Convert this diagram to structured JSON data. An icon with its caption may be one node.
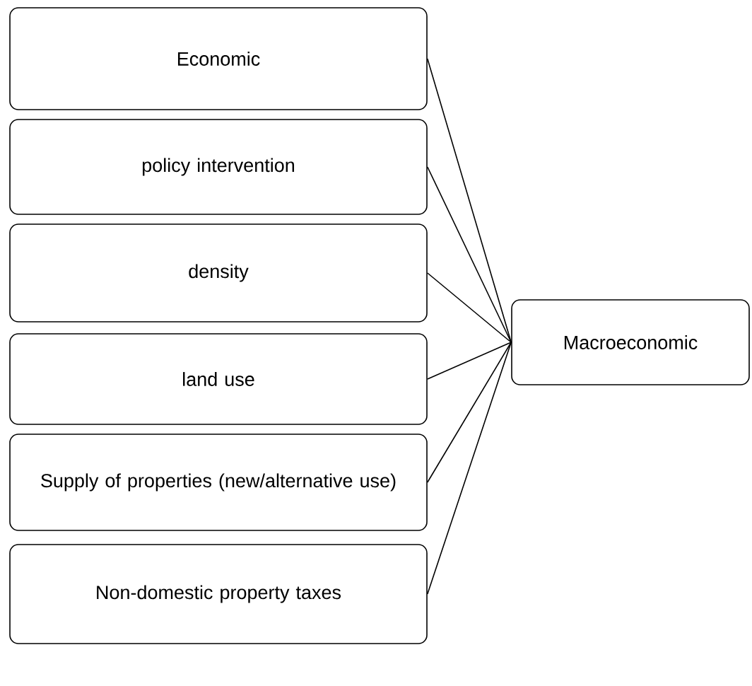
{
  "diagram": {
    "nodes": [
      {
        "text": [
          "Economic"
        ]
      },
      {
        "text": [
          "policy intervention"
        ]
      },
      {
        "text": [
          "density"
        ]
      },
      {
        "text": [
          "land use"
        ]
      },
      {
        "text": [
          "Supply of properties (new/alternative use)"
        ]
      },
      {
        "text": [
          "Non-domestic property taxes"
        ]
      },
      {
        "text": [
          "Macroeconomic"
        ]
      }
    ],
    "edges": [
      {
        "from": 0,
        "to": 6,
        "arrow": "none"
      },
      {
        "from": 1,
        "to": 6,
        "arrow": "none"
      },
      {
        "from": 2,
        "to": 6,
        "arrow": "none"
      },
      {
        "from": 3,
        "to": 6,
        "arrow": "none"
      },
      {
        "from": 4,
        "to": 6,
        "arrow": "none"
      },
      {
        "from": 5,
        "to": 6,
        "arrow": "none"
      }
    ]
  }
}
